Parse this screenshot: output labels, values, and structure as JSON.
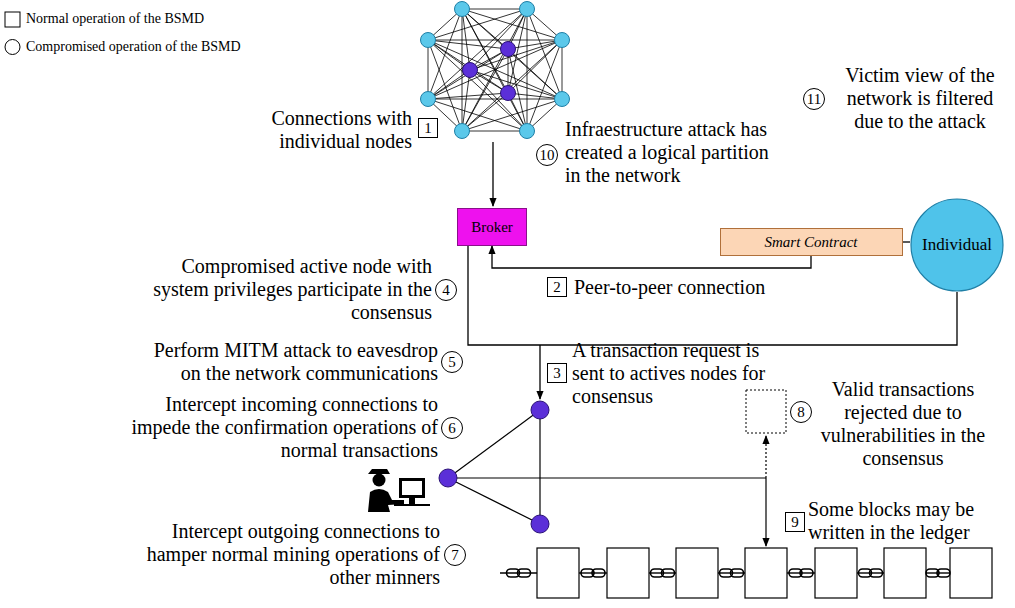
{
  "diagram": {
    "nodes": [
      {
        "text": [
          "Broker"
        ]
      },
      {
        "text": [
          "Smart Contract"
        ]
      },
      {
        "text": [
          "Individual"
        ]
      }
    ],
    "edges": [
      {
        "from": 1,
        "to": 2,
        "arrow": "none"
      },
      {
        "from": 1,
        "to": 0,
        "arrow": "to",
        "label": "Peer-to-peer connection"
      },
      {
        "from": 0,
        "to": 2,
        "arrow": "none"
      }
    ],
    "labels": [
      "Connections with individual nodes",
      "1",
      "10",
      "Infraestructure attack has created a logical partition in the network",
      "11",
      "Victim view of the network is filtered due to the attack",
      "Compromised active node with system privileges participate in the consensus",
      "4",
      "2",
      "Perform MITM attack to eavesdrop on the network communications",
      "5",
      "3",
      "A transaction request is sent to actives nodes for consensus",
      "Intercept incoming connections to impede the confirmation operations of normal transactions",
      "6",
      "8",
      "Valid transactions rejected due to vulnerabilities in the consensus",
      "9",
      "Some blocks may be written in the ledger",
      "Intercept outgoing connections to hamper normal mining operations of other minners",
      "7"
    ],
    "legend": [
      {
        "text": "Normal operation of the BSMD"
      },
      {
        "text": "Compromised operation of the BSMD"
      }
    ]
  }
}
